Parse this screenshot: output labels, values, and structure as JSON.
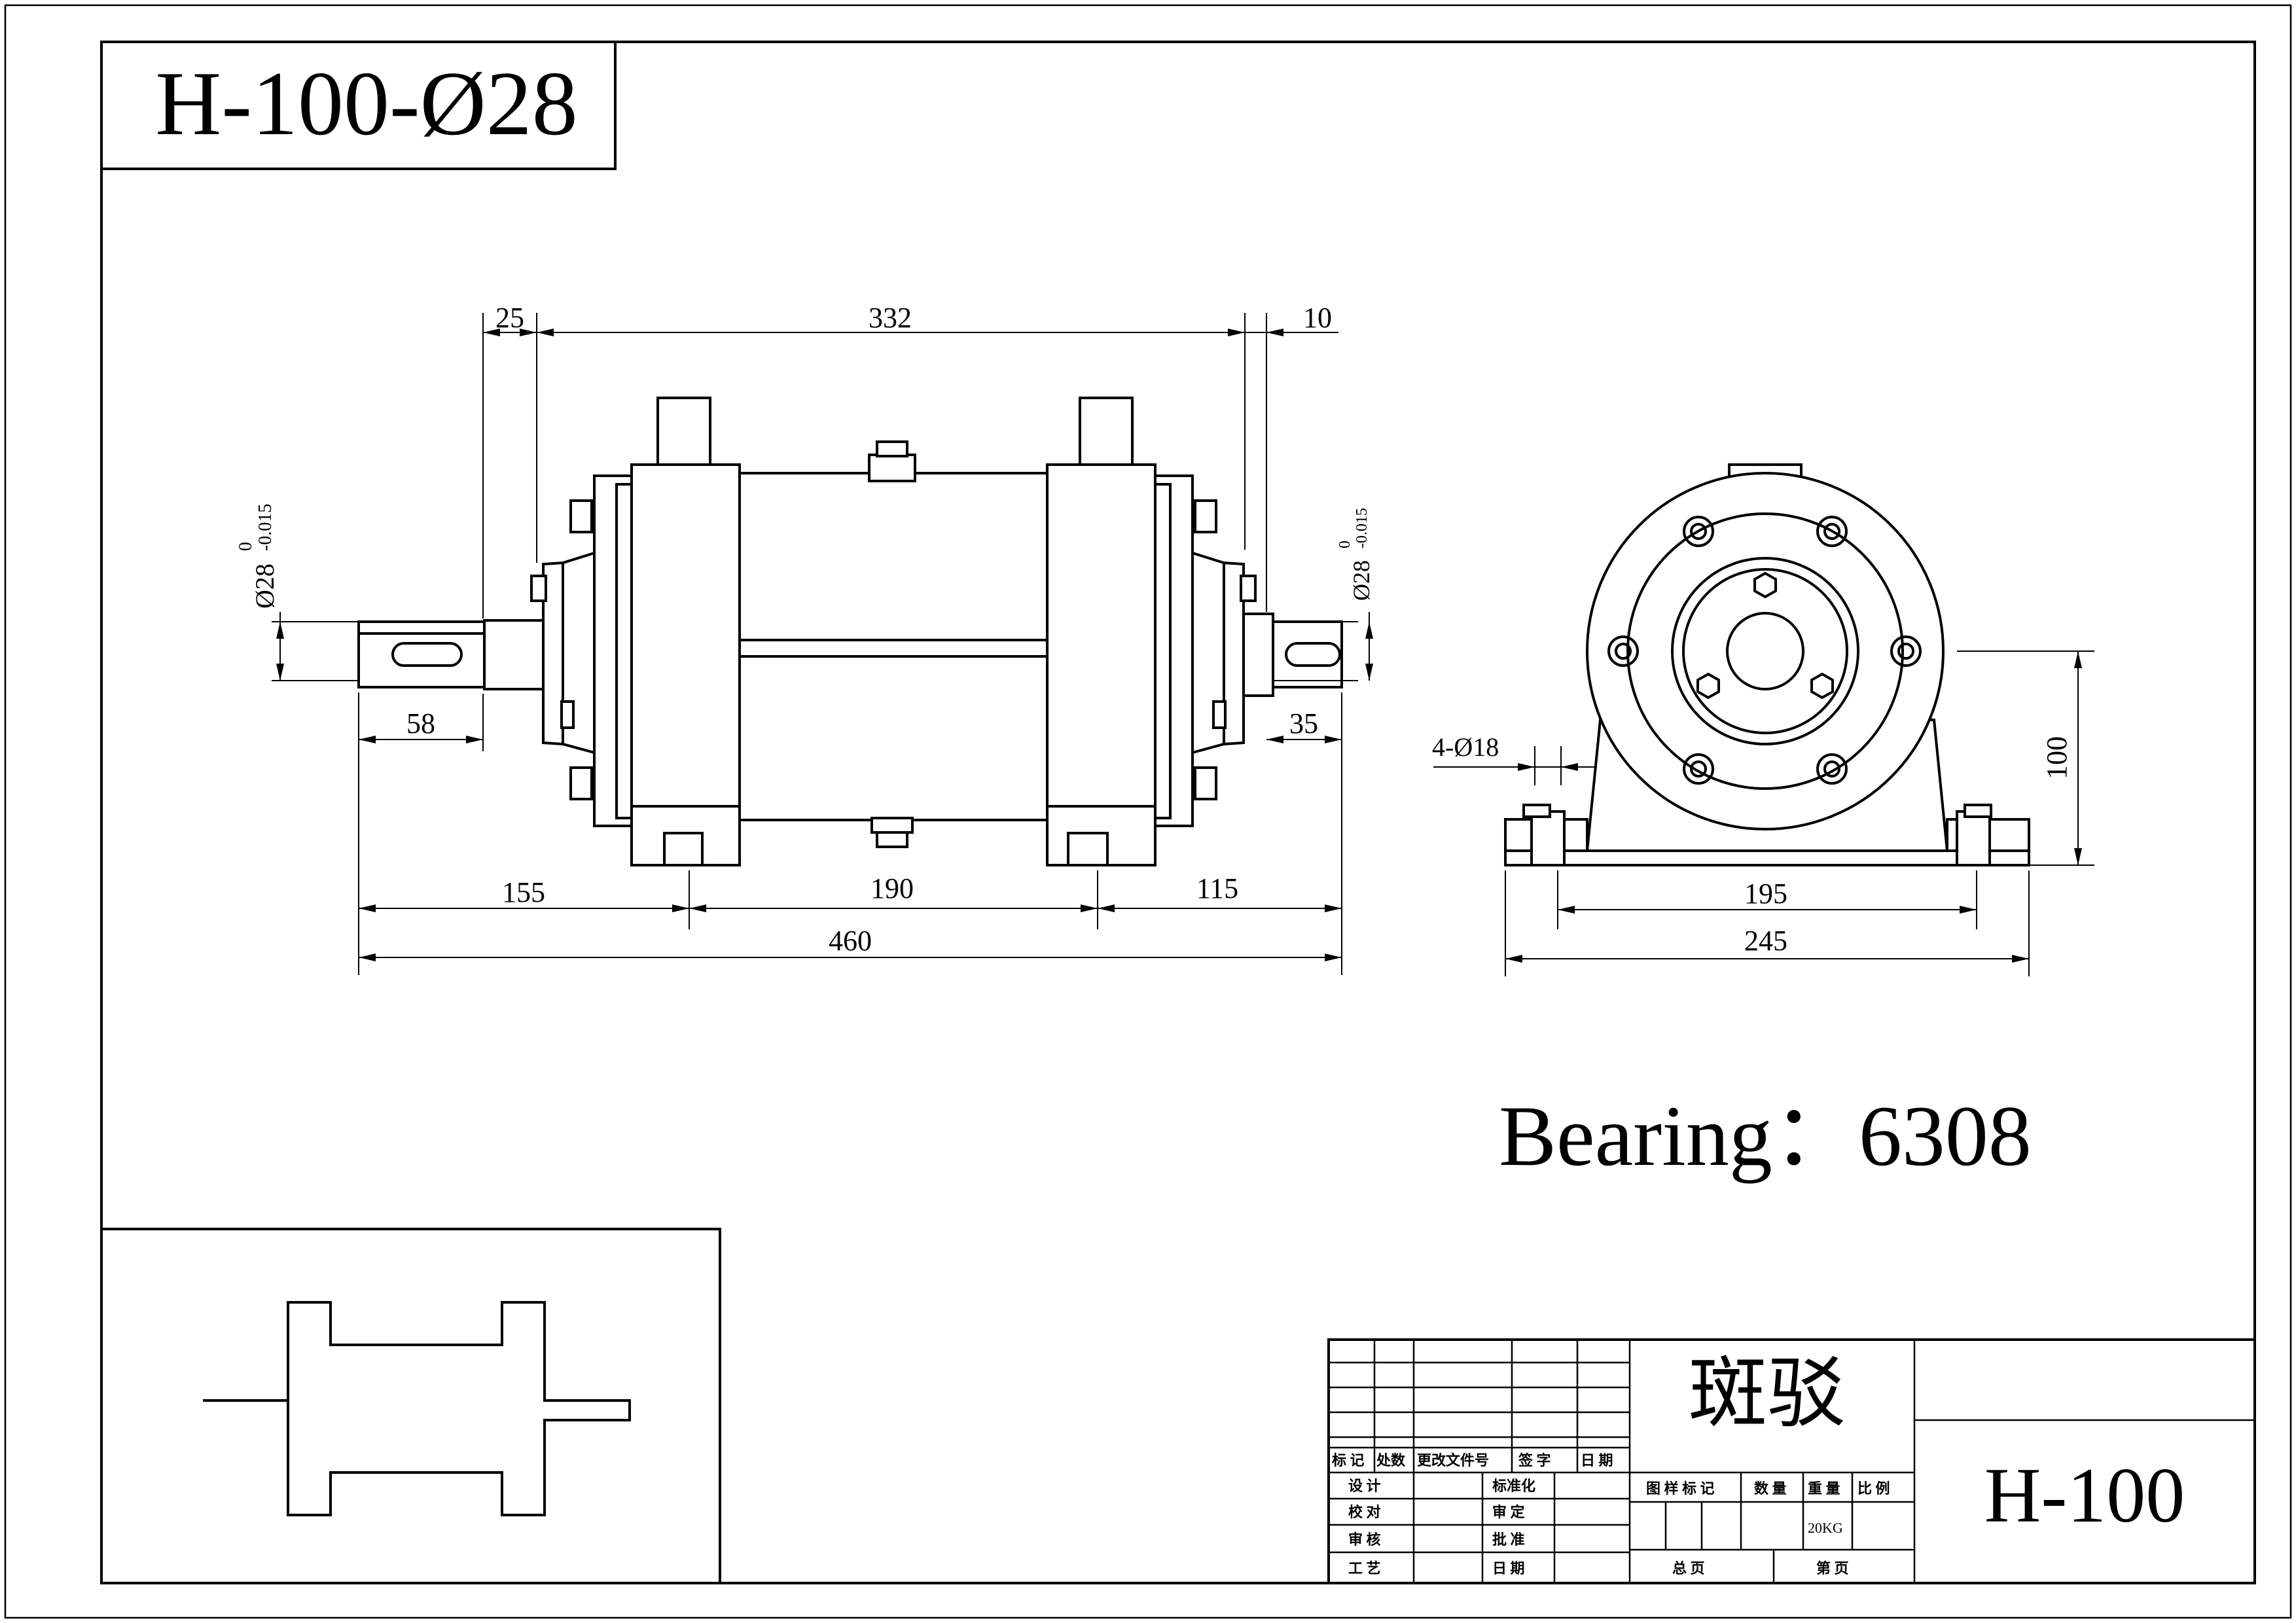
{
  "drawing": {
    "title": "H-100-Ø28",
    "bearing_label": "Bearing：6308",
    "front_view": {
      "dims": {
        "d25": "25",
        "d332": "332",
        "d10": "10",
        "d58": "58",
        "d35": "35",
        "d155": "155",
        "d190": "190",
        "d115": "115",
        "d460": "460"
      },
      "left_shaft_tol": {
        "nominal": "Ø28",
        "upper": "0",
        "lower": "-0.015"
      },
      "right_shaft_tol": {
        "nominal": "Ø28",
        "upper": "0",
        "lower": "-0.015"
      }
    },
    "side_view": {
      "dims": {
        "holes": "4-Ø18",
        "d100": "100",
        "d195": "195",
        "d245": "245"
      }
    }
  },
  "title_block": {
    "company": "斑驳",
    "drawing_no": "H-100",
    "weight": "20KG",
    "labels": {
      "mark": "标 记",
      "count": "处数",
      "change_doc": "更改文件号",
      "signature": "签 字",
      "date": "日 期",
      "design": "设  计",
      "standardize": "标准化",
      "check": "校  对",
      "review": "审  定",
      "audit": "审  核",
      "approve": "批  准",
      "process": "工  艺",
      "date2": "日  期",
      "stage_mark": "图 样 标 记",
      "quantity": "数 量",
      "weight_h": "重 量",
      "scale": "比 例",
      "total_pages": "总     页",
      "page_no": "第     页"
    }
  }
}
